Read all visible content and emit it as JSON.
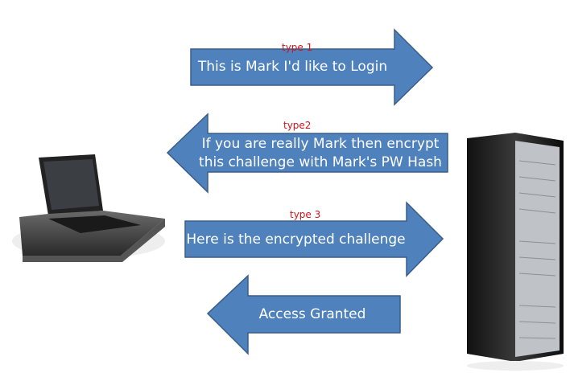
{
  "messages": [
    {
      "type": "type 1",
      "text": "This is Mark I'd like to Login",
      "direction": "right"
    },
    {
      "type": "type2",
      "line1": "If you are really Mark then encrypt",
      "line2": "this challenge with Mark's PW Hash",
      "direction": "left"
    },
    {
      "type": "type 3",
      "text": "Here is the encrypted challenge",
      "direction": "right"
    },
    {
      "text": "Access Granted",
      "direction": "left"
    }
  ],
  "colors": {
    "arrow": "#4f81bd",
    "stroke": "#385d8a",
    "type_label": "#d0141c"
  }
}
